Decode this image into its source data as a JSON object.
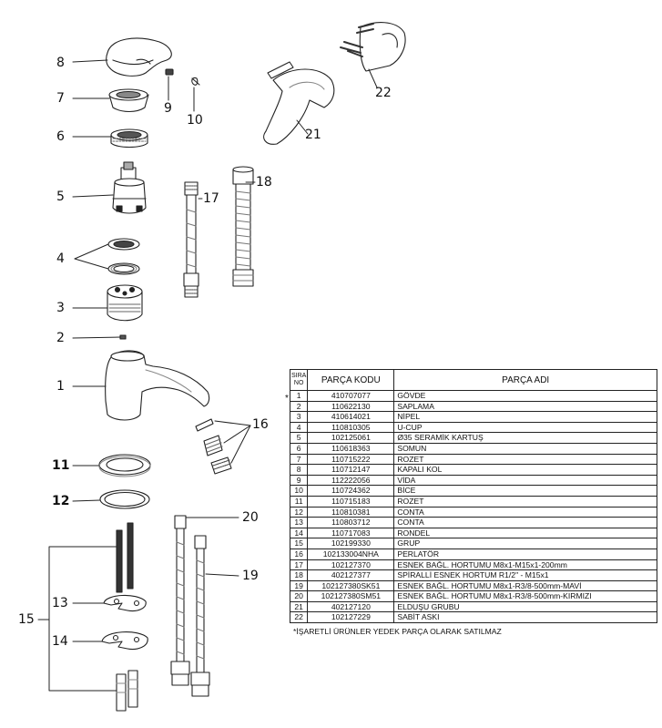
{
  "callouts": {
    "c1": "1",
    "c2": "2",
    "c3": "3",
    "c4": "4",
    "c5": "5",
    "c6": "6",
    "c7": "7",
    "c8": "8",
    "c9": "9",
    "c10": "10",
    "c11": "11",
    "c12": "12",
    "c13": "13",
    "c14": "14",
    "c15": "15",
    "c16": "16",
    "c17": "17",
    "c18": "18",
    "c19": "19",
    "c20": "20",
    "c21": "21",
    "c22": "22"
  },
  "table": {
    "header": {
      "sira": [
        "SIRA",
        "NO"
      ],
      "kodu": "PARÇA KODU",
      "adi": "PARÇA ADI"
    },
    "star": "*",
    "rows": [
      {
        "no": "1",
        "code": "410707077",
        "name": "GÖVDE"
      },
      {
        "no": "2",
        "code": "110622130",
        "name": "SAPLAMA"
      },
      {
        "no": "3",
        "code": "410614021",
        "name": "NİPEL"
      },
      {
        "no": "4",
        "code": "110810305",
        "name": "U-CUP"
      },
      {
        "no": "5",
        "code": "102125061",
        "name": "Ø35 SERAMİK KARTUŞ"
      },
      {
        "no": "6",
        "code": "110618363",
        "name": "SOMUN"
      },
      {
        "no": "7",
        "code": "110715222",
        "name": "ROZET"
      },
      {
        "no": "8",
        "code": "110712147",
        "name": "KAPALI KOL"
      },
      {
        "no": "9",
        "code": "112222056",
        "name": "VİDA"
      },
      {
        "no": "10",
        "code": "110724362",
        "name": "BİCE"
      },
      {
        "no": "11",
        "code": "110715183",
        "name": "ROZET"
      },
      {
        "no": "12",
        "code": "110810381",
        "name": "CONTA"
      },
      {
        "no": "13",
        "code": "110803712",
        "name": "CONTA"
      },
      {
        "no": "14",
        "code": "110717083",
        "name": "RONDEL"
      },
      {
        "no": "15",
        "code": "102199330",
        "name": "GRUP"
      },
      {
        "no": "16",
        "code": "102133004NHA",
        "name": "PERLATÖR"
      },
      {
        "no": "17",
        "code": "102127370",
        "name": "ESNEK BAĞL. HORTUMU M8x1-M15x1-200mm"
      },
      {
        "no": "18",
        "code": "402127377",
        "name": "SPİRALLİ ESNEK HORTUM R1/2\" - M15x1"
      },
      {
        "no": "19",
        "code": "102127380SK51",
        "name": "ESNEK BAĞL. HORTUMU M8x1-R3/8-500mm-MAVİ"
      },
      {
        "no": "20",
        "code": "102127380SM51",
        "name": "ESNEK BAĞL. HORTUMU M8x1-R3/8-500mm-KIRMIZI"
      },
      {
        "no": "21",
        "code": "402127120",
        "name": "ELDUŞU GRUBU"
      },
      {
        "no": "22",
        "code": "102127229",
        "name": "SABİT ASKI"
      }
    ],
    "footnote": "*İŞARETLİ ÜRÜNLER YEDEK PARÇA OLARAK SATILMAZ"
  }
}
